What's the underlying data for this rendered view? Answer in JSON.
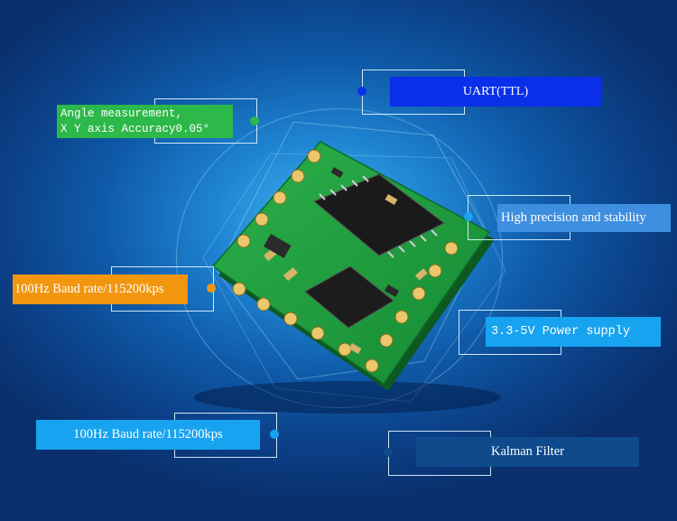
{
  "labels": {
    "angle_line1": "Angle measurement,",
    "angle_line2": "X Y axis Accuracy0.05°",
    "uart": "UART(TTL)",
    "precision": "High precision and stability",
    "baud_left": "100Hz Baud rate/115200kps",
    "power": "3.3-5V Power supply",
    "baud_bottom": "100Hz Baud rate/115200kps",
    "kalman": "Kalman Filter"
  },
  "colors": {
    "green_label": "#2db84a",
    "blue_label": "#0a2fe8",
    "sky_label": "#3f8fe0",
    "orange_label": "#f2960f",
    "cyan_label": "#18a3f0",
    "navy_label": "#0e4a8c",
    "pcb_green": "#1f9a3c"
  }
}
